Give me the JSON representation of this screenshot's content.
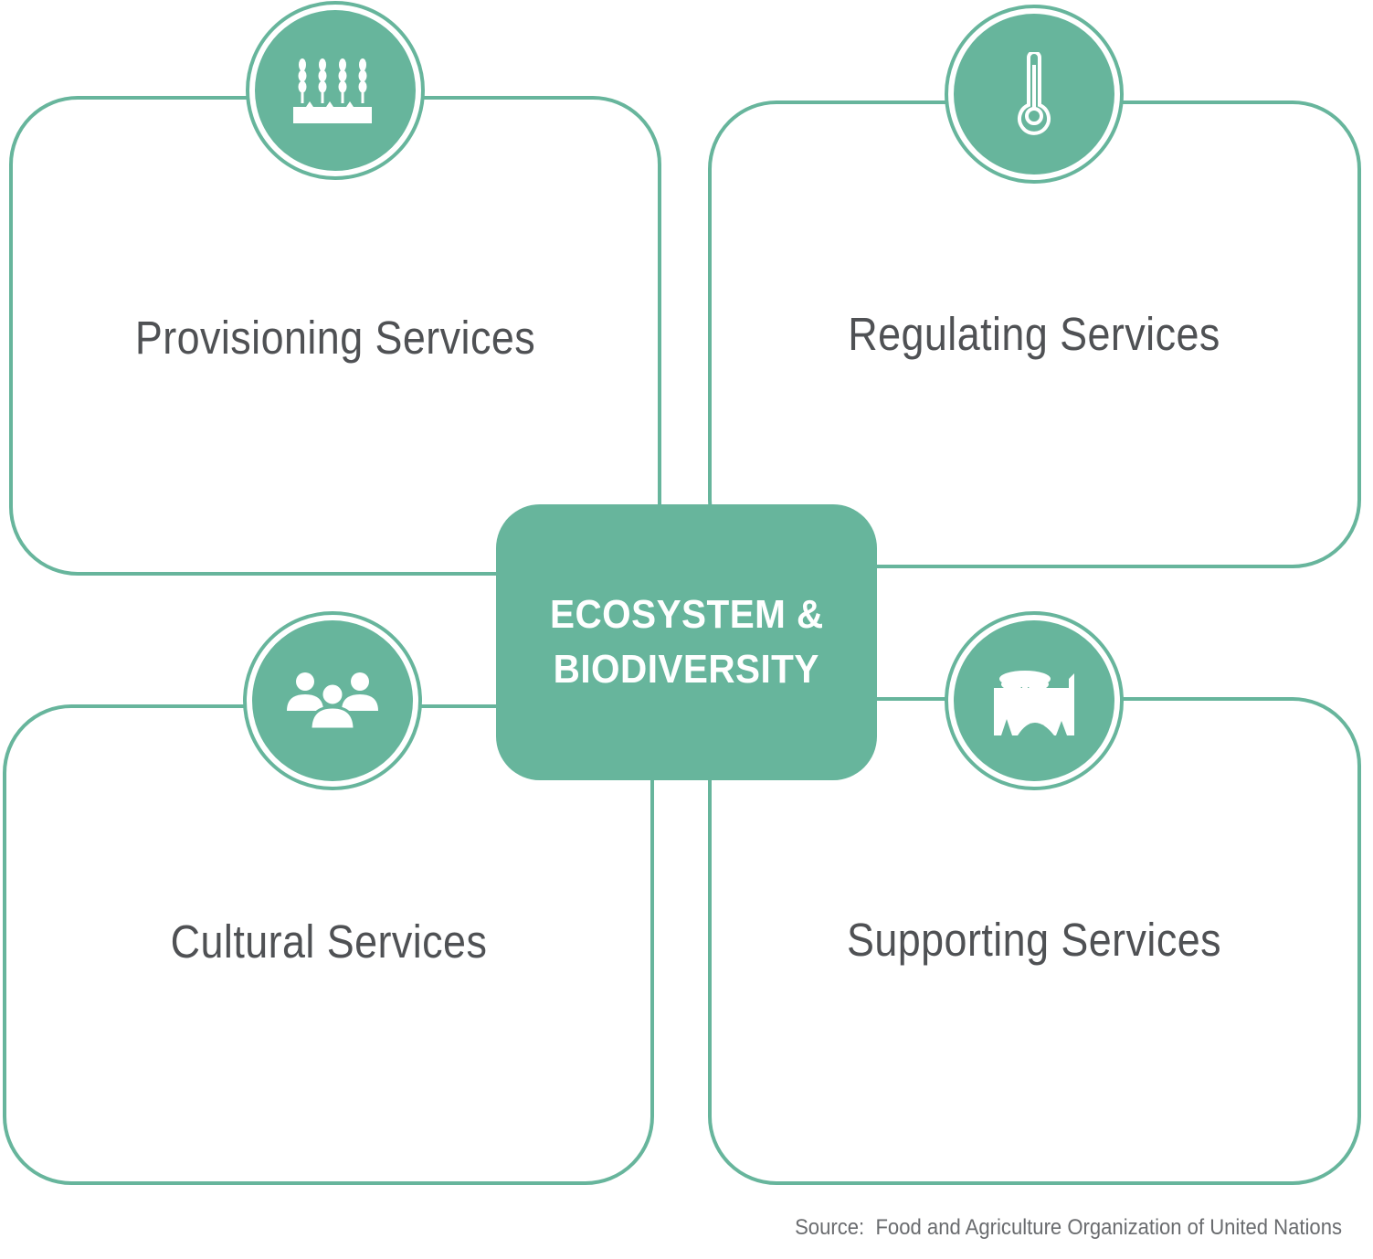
{
  "center": {
    "line1": "ECOSYSTEM &",
    "line2": "BIODIVERSITY"
  },
  "quadrants": {
    "provisioning": {
      "label": "Provisioning Services",
      "icon": "wheat-crop-icon"
    },
    "regulating": {
      "label": "Regulating Services",
      "icon": "thermometer-icon"
    },
    "cultural": {
      "label": "Cultural Services",
      "icon": "people-group-icon"
    },
    "supporting": {
      "label": "Supporting Services",
      "icon": "forest-habitat-icon"
    }
  },
  "source": "Source:  Food and Agriculture Organization of United Nations",
  "colors": {
    "accent": "#67b59c",
    "text": "#4f5154",
    "source_text": "#6a6c6f"
  }
}
